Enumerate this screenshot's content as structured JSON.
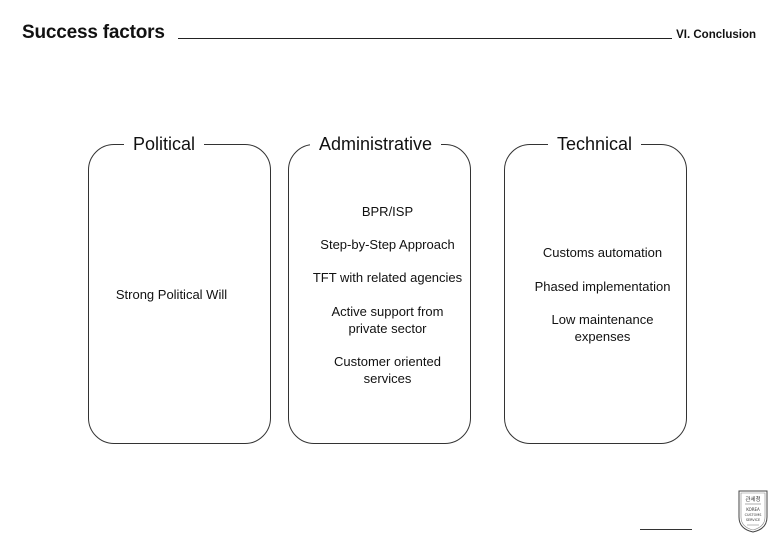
{
  "header": {
    "title": "Success factors",
    "section": "VI. Conclusion"
  },
  "columns": [
    {
      "title": "Political",
      "items": [
        "Strong Political Will"
      ]
    },
    {
      "title": "Administrative",
      "items": [
        "BPR/ISP",
        "Step-by-Step Approach",
        "TFT with related agencies",
        "Active support from\nprivate sector",
        "Customer oriented\nservices"
      ]
    },
    {
      "title": "Technical",
      "items": [
        "Customs automation",
        "Phased implementation",
        "Low maintenance\nexpenses"
      ]
    }
  ],
  "footer": {
    "seal_text": [
      "관세청",
      "KOREA",
      "CUSTOMS",
      "SERVICE"
    ]
  }
}
